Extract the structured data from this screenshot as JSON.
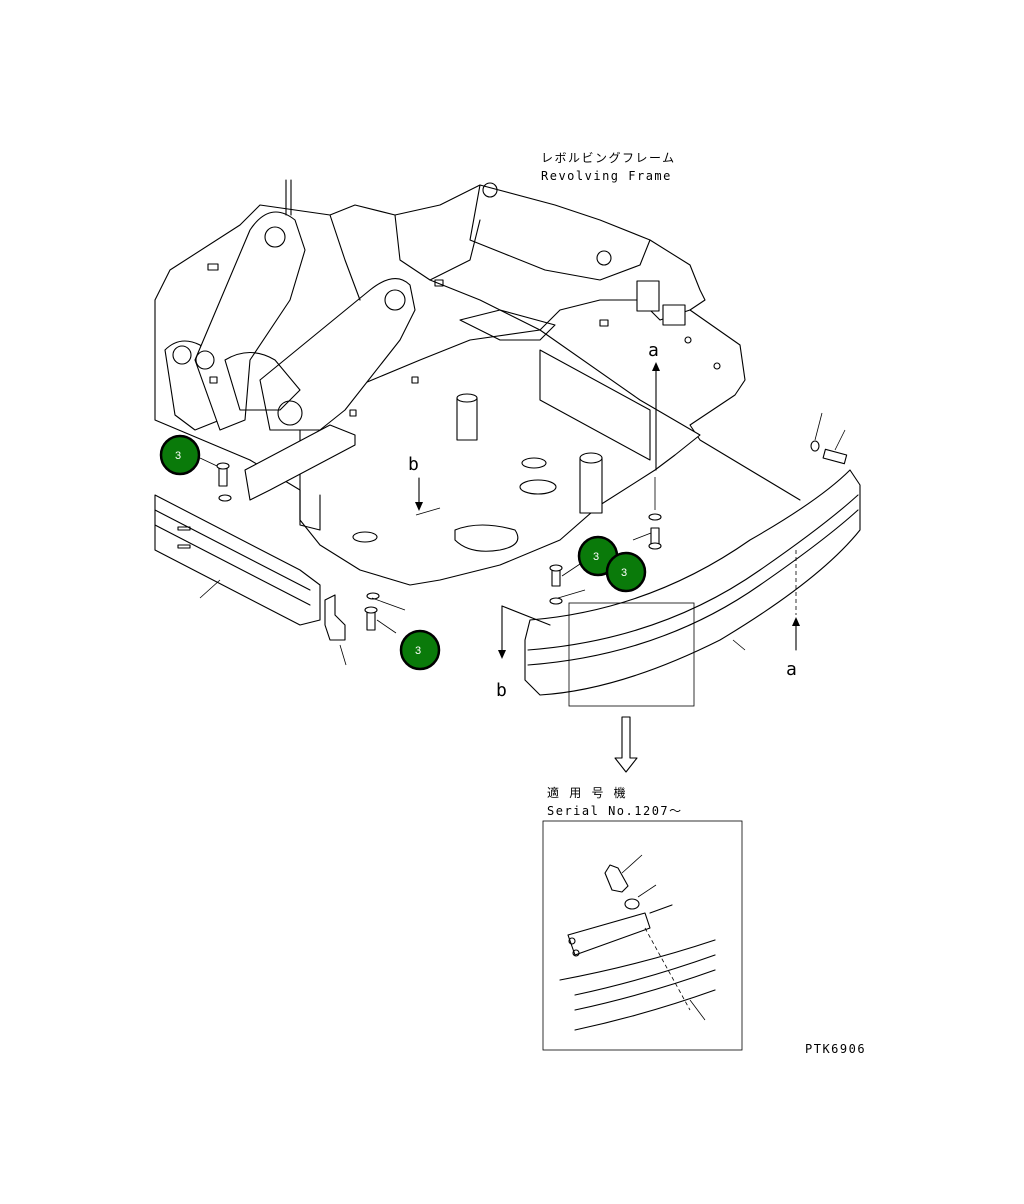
{
  "frame_label_jp": "レボルビングフレーム",
  "frame_label_en": "Revolving Frame",
  "arrow_labels": {
    "a_top": "a",
    "a_bottom": "a",
    "b_top": "b",
    "b_bottom": "b"
  },
  "serial_label_jp": "適 用 号 機",
  "serial_label_en": "Serial No.1207～",
  "drawing_code": "PTK6906",
  "callouts": [
    "3",
    "3",
    "3",
    "3"
  ],
  "colors": {
    "callout_fill": "#0a7a0a",
    "callout_border": "#000000",
    "line": "#000000"
  }
}
